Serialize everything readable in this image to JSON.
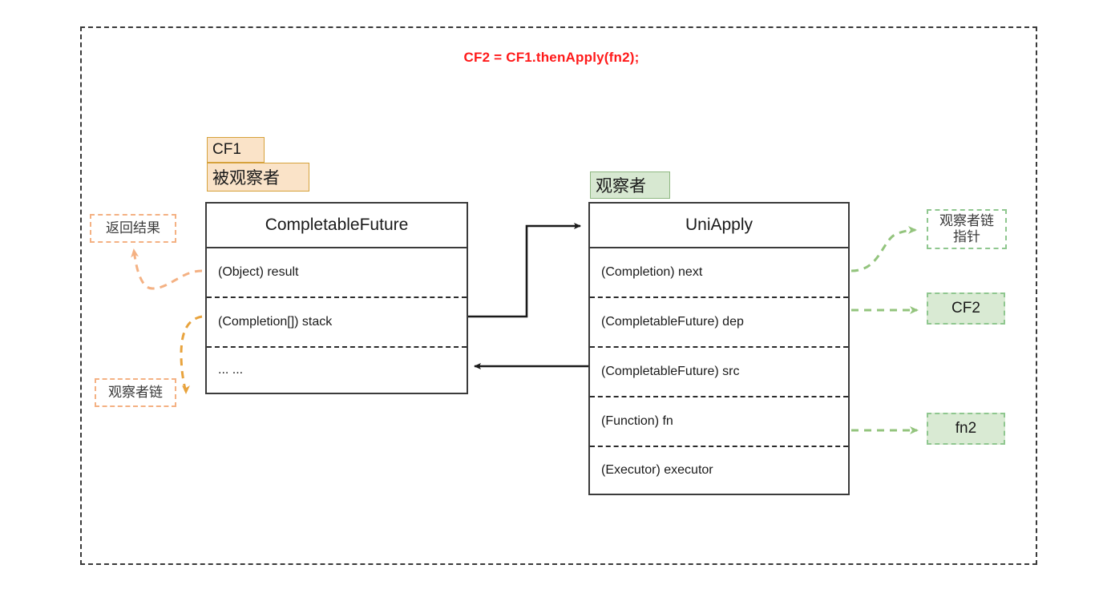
{
  "title": "CF2 = CF1.thenApply(fn2);",
  "colors": {
    "title_red": "#ff1a1a",
    "orange_fill": "#fae3c8",
    "orange_border": "#d6a23c",
    "green_fill": "#d7e8d1",
    "green_border": "#8fb882",
    "orange_arrow_light": "#f4b183",
    "orange_arrow_dark": "#e8a33d",
    "green_arrow": "#93c47d",
    "box_border": "#3b3b3b",
    "frame_border": "#3a3a3a"
  },
  "left_class": {
    "tag_top": "CF1",
    "tag_role": "被观察者",
    "name": "CompletableFuture",
    "fields": [
      "(Object)  result",
      "(Completion[])  stack",
      "... ..."
    ]
  },
  "right_class": {
    "tag_role": "观察者",
    "name": "UniApply",
    "fields": [
      "(Completion)  next",
      "(CompletableFuture)  dep",
      "(CompletableFuture)  src",
      "(Function) fn",
      "(Executor) executor"
    ]
  },
  "annotations": {
    "left": [
      {
        "text": "返回结果",
        "style": "orange"
      },
      {
        "text": "观察者链",
        "style": "orange"
      }
    ],
    "right": [
      {
        "text": "观察者链\n指针",
        "style": "green-open"
      },
      {
        "text": "CF2",
        "style": "green-solid"
      },
      {
        "text": "fn2",
        "style": "green-solid"
      }
    ]
  },
  "connectors": [
    {
      "name": "stack-to-uniapply",
      "from": "(Completion[])  stack",
      "to": "UniApply",
      "kind": "solid-orthogonal-arrow"
    },
    {
      "name": "src-to-completablefuture",
      "from": "(CompletableFuture)  src",
      "to": "... ...",
      "kind": "solid-arrow"
    },
    {
      "name": "result-to-return-value",
      "from": "(Object)  result",
      "to": "返回结果",
      "kind": "dashed-curved-arrow"
    },
    {
      "name": "stack-to-observer-chain",
      "from": "(Completion[])  stack",
      "to": "观察者链",
      "kind": "dashed-curved-arrow"
    },
    {
      "name": "next-to-chain-pointer",
      "from": "(Completion)  next",
      "to": "观察者链指针",
      "kind": "dashed-curved-arrow"
    },
    {
      "name": "dep-to-cf2",
      "from": "(CompletableFuture)  dep",
      "to": "CF2",
      "kind": "dashed-arrow"
    },
    {
      "name": "fn-to-fn2",
      "from": "(Function) fn",
      "to": "fn2",
      "kind": "dashed-arrow"
    }
  ]
}
